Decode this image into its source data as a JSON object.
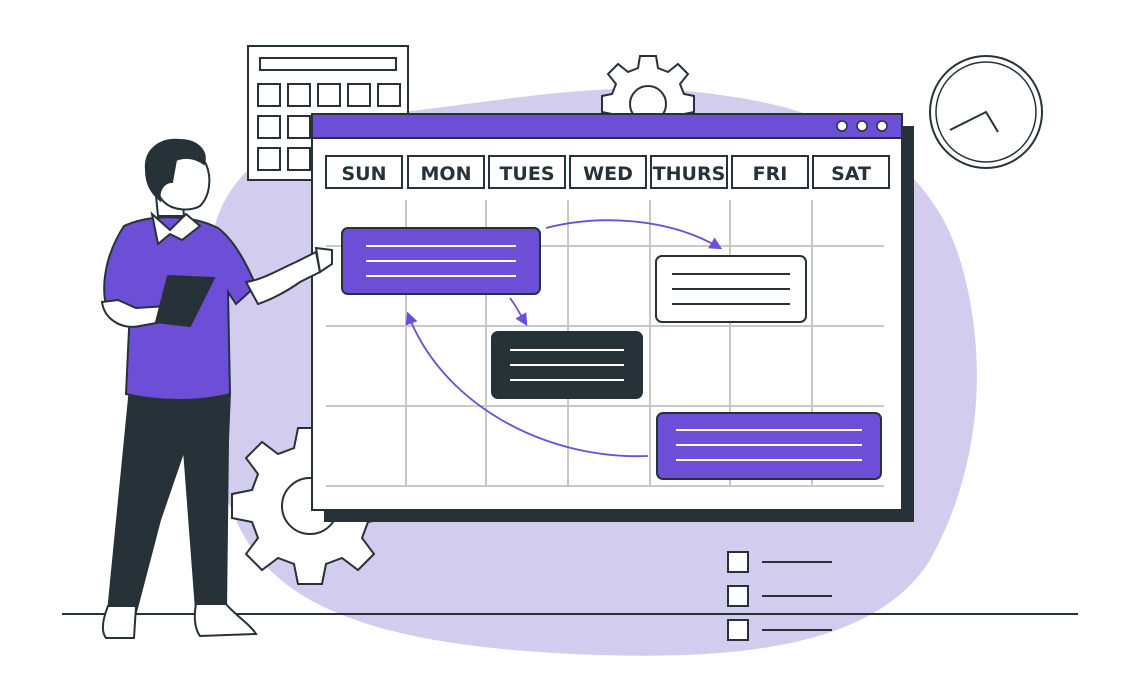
{
  "colors": {
    "accent": "#6c4fd6",
    "blob": "#d2ccef",
    "dark": "#263238",
    "line": "#c8c8c8",
    "white": "#ffffff"
  },
  "calendar": {
    "days": [
      "SUN",
      "MON",
      "TUES",
      "WED",
      "THURS",
      "FRI",
      "SAT"
    ]
  },
  "checklist": {
    "count": 3
  },
  "icons": [
    "gear-icon",
    "clock-icon",
    "calendar-icon",
    "checkbox-icon",
    "arrow-icon"
  ]
}
